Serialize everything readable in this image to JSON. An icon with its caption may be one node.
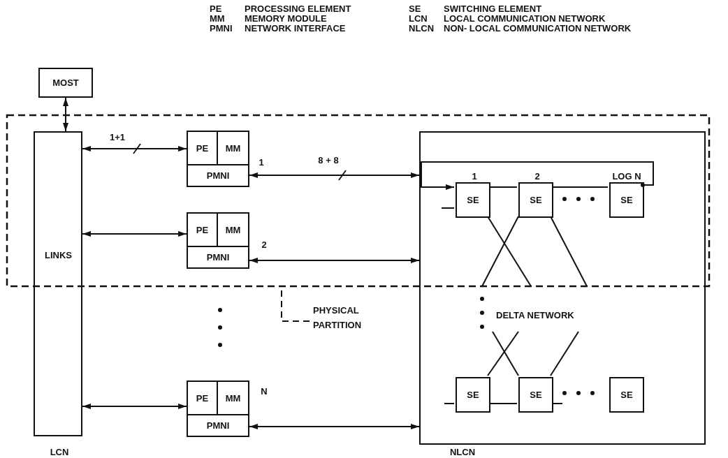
{
  "diagram": {
    "nodes": [
      {
        "text": [
          "MOST"
        ]
      },
      {
        "text": [
          "LINKS"
        ],
        "beside": [
          "LCN"
        ]
      },
      {
        "text": [
          "PE",
          "MM",
          "PMNI"
        ],
        "beside": [
          "1"
        ]
      },
      {
        "text": [
          "PE",
          "MM",
          "PMNI"
        ],
        "beside": [
          "2"
        ]
      },
      {
        "text": [
          "PE",
          "MM",
          "PMNI"
        ],
        "beside": [
          "N"
        ]
      },
      {
        "text": [
          "DELTA NETWORK"
        ],
        "beside": [
          "NLCN"
        ]
      },
      {
        "text": [
          "SE"
        ],
        "in": 5,
        "beside": [
          "1"
        ]
      },
      {
        "text": [
          "SE"
        ],
        "in": 5,
        "beside": [
          "2"
        ]
      },
      {
        "text": [
          "SE"
        ],
        "in": 5,
        "beside": [
          "LOG N"
        ]
      },
      {
        "text": [
          "SE"
        ],
        "in": 5
      },
      {
        "text": [
          "SE"
        ],
        "in": 5
      },
      {
        "text": [
          "SE"
        ],
        "in": 5
      },
      {
        "text": [
          "PHYSICAL PARTITION"
        ]
      }
    ],
    "edges": [
      {
        "from": 0,
        "to": 1,
        "arrow": "both"
      },
      {
        "from": 1,
        "to": 2,
        "arrow": "both",
        "label": "1+1"
      },
      {
        "from": 2,
        "to": 5,
        "arrow": "both",
        "label": "8 + 8"
      },
      {
        "from": 1,
        "to": 3,
        "arrow": "both"
      },
      {
        "from": 3,
        "to": 5,
        "arrow": "both"
      },
      {
        "from": 1,
        "to": 4,
        "arrow": "both"
      },
      {
        "from": 4,
        "to": 5,
        "arrow": "both"
      },
      {
        "from": 8,
        "to": 6,
        "arrow": "to"
      },
      {
        "from": 6,
        "to": 7,
        "arrow": "none"
      },
      {
        "from": 7,
        "to": 8,
        "arrow": "none"
      },
      {
        "from": null,
        "to": 6,
        "arrow": "none"
      },
      {
        "from": 6,
        "to": null,
        "arrow": "none"
      },
      {
        "from": 7,
        "to": null,
        "arrow": "none"
      },
      {
        "from": 7,
        "to": null,
        "arrow": "none"
      },
      {
        "from": null,
        "to": 10,
        "arrow": "none"
      },
      {
        "from": null,
        "to": 9,
        "arrow": "none"
      },
      {
        "from": null,
        "to": 10,
        "arrow": "none"
      },
      {
        "from": null,
        "to": 9,
        "arrow": "none"
      },
      {
        "from": 9,
        "to": 10,
        "arrow": "none"
      },
      {
        "from": 10,
        "to": null,
        "arrow": "none"
      },
      {
        "from": 12,
        "to": null,
        "arrow": "none",
        "style": "dashed"
      }
    ],
    "labels": [
      "PE",
      "PROCESSING ELEMENT",
      "SE",
      "SWITCHING ELEMENT",
      "MM",
      "MEMORY MODULE",
      "LCN",
      "LOCAL COMMUNICATION NETWORK",
      "PMNI",
      "NETWORK INTERFACE",
      "NLCN",
      "NON- LOCAL COMMUNICATION NETWORK"
    ]
  }
}
